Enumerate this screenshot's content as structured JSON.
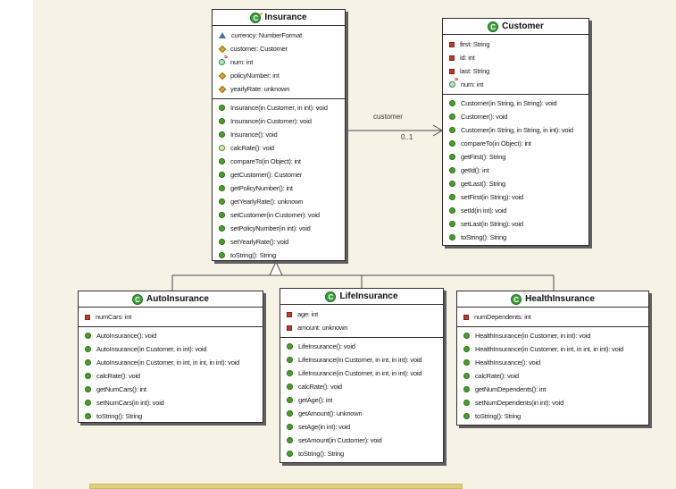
{
  "icons": {
    "class_letter": "C",
    "static_letter": "S"
  },
  "colors": {
    "canvas_bg": "#f7f2e6",
    "box_fill": "#ffffff",
    "line": "#4a4a4a",
    "class_icon_green": "#3da03d",
    "public_method_green": "#4aa02c",
    "private_red": "#c0392b",
    "protected_gold": "#d4a62a",
    "package_blue": "#46769e",
    "scrollbar_tan": "#ddd07e"
  },
  "classes": [
    {
      "id": "insurance",
      "name": "Insurance",
      "abstract": true,
      "attributes": [
        {
          "vis": "package",
          "text": "currency: NumberFormat"
        },
        {
          "vis": "protected",
          "text": "customer: Customer"
        },
        {
          "vis": "static",
          "text": "num: int"
        },
        {
          "vis": "protected",
          "text": "policyNumber: int"
        },
        {
          "vis": "protected",
          "text": "yearlyRate: unknown"
        }
      ],
      "methods": [
        {
          "vis": "public",
          "text": "Insurance(in Customer, in int): void"
        },
        {
          "vis": "public",
          "text": "Insurance(in Customer): void"
        },
        {
          "vis": "public",
          "text": "Insurance(): void"
        },
        {
          "vis": "abstract",
          "text": "calcRate(): void"
        },
        {
          "vis": "public",
          "text": "compareTo(in Object): int"
        },
        {
          "vis": "public",
          "text": "getCustomer(): Customer"
        },
        {
          "vis": "public",
          "text": "getPolicyNumber(): int"
        },
        {
          "vis": "public",
          "text": "getYearlyRate(): unknown"
        },
        {
          "vis": "public",
          "text": "setCustomer(in Customer): void"
        },
        {
          "vis": "public",
          "text": "setPolicyNumber(in int): void"
        },
        {
          "vis": "public",
          "text": "setYearlyRate(): void"
        },
        {
          "vis": "public",
          "text": "toString(): String"
        }
      ]
    },
    {
      "id": "customer",
      "name": "Customer",
      "abstract": false,
      "attributes": [
        {
          "vis": "private",
          "text": "first: String"
        },
        {
          "vis": "private",
          "text": "id: int"
        },
        {
          "vis": "private",
          "text": "last: String"
        },
        {
          "vis": "static",
          "text": "num: int"
        }
      ],
      "methods": [
        {
          "vis": "public",
          "text": "Customer(in String, in String): void"
        },
        {
          "vis": "public",
          "text": "Customer(): void"
        },
        {
          "vis": "public",
          "text": "Customer(in String, in String, in int): void"
        },
        {
          "vis": "public",
          "text": "compareTo(in Object): int"
        },
        {
          "vis": "public",
          "text": "getFirst(): String"
        },
        {
          "vis": "public",
          "text": "getId(): int"
        },
        {
          "vis": "public",
          "text": "getLast(): String"
        },
        {
          "vis": "public",
          "text": "setFirst(in String): void"
        },
        {
          "vis": "public",
          "text": "setId(in int): void"
        },
        {
          "vis": "public",
          "text": "setLast(in String): void"
        },
        {
          "vis": "public",
          "text": "toString(): String"
        }
      ]
    },
    {
      "id": "auto-insurance",
      "name": "AutoInsurance",
      "abstract": false,
      "attributes": [
        {
          "vis": "private",
          "text": "numCars: int"
        }
      ],
      "methods": [
        {
          "vis": "public",
          "text": "AutoInsurance(): void"
        },
        {
          "vis": "public",
          "text": "AutoInsurance(in Customer, in int): void"
        },
        {
          "vis": "public",
          "text": "AutoInsurance(in Customer, in int, in int, in int): void"
        },
        {
          "vis": "public",
          "text": "calcRate(): void"
        },
        {
          "vis": "public",
          "text": "getNumCars(): int"
        },
        {
          "vis": "public",
          "text": "setNumCars(in int): void"
        },
        {
          "vis": "public",
          "text": "toString(): String"
        }
      ]
    },
    {
      "id": "life-insurance",
      "name": "LifeInsurance",
      "abstract": false,
      "attributes": [
        {
          "vis": "private",
          "text": "age: int"
        },
        {
          "vis": "private",
          "text": "amount: unknown"
        }
      ],
      "methods": [
        {
          "vis": "public",
          "text": "LifeInsurance(): void"
        },
        {
          "vis": "public",
          "text": "LifeInsurance(in Customer, in int, in int): void"
        },
        {
          "vis": "public",
          "text": "LifeInsurance(in Customer, in int, in int): void"
        },
        {
          "vis": "public",
          "text": "calcRate(): void"
        },
        {
          "vis": "public",
          "text": "getAge(): int"
        },
        {
          "vis": "public",
          "text": "getAmount(): unknown"
        },
        {
          "vis": "public",
          "text": "setAge(in int): void"
        },
        {
          "vis": "public",
          "text": "setAmount(in Customer): void"
        },
        {
          "vis": "public",
          "text": "toString(): String"
        }
      ]
    },
    {
      "id": "health-insurance",
      "name": "HealthInsurance",
      "abstract": false,
      "attributes": [
        {
          "vis": "private",
          "text": "numDependents: int"
        }
      ],
      "methods": [
        {
          "vis": "public",
          "text": "HealthInsurance(in Customer, in int): void"
        },
        {
          "vis": "public",
          "text": "HealthInsurance(in Customer, in int, in int, in int): void"
        },
        {
          "vis": "public",
          "text": "HealthInsurance(): void"
        },
        {
          "vis": "public",
          "text": "calcRate(): void"
        },
        {
          "vis": "public",
          "text": "getNumDependents(): int"
        },
        {
          "vis": "public",
          "text": "setNumDependents(in int): void"
        },
        {
          "vis": "public",
          "text": "toString(): String"
        }
      ]
    }
  ],
  "relations": {
    "association": {
      "from": "Insurance",
      "to": "Customer",
      "name": "customer",
      "multiplicity": "0..1"
    },
    "generalizations": [
      {
        "parent": "Insurance",
        "children": [
          "AutoInsurance",
          "LifeInsurance",
          "HealthInsurance"
        ]
      }
    ]
  }
}
